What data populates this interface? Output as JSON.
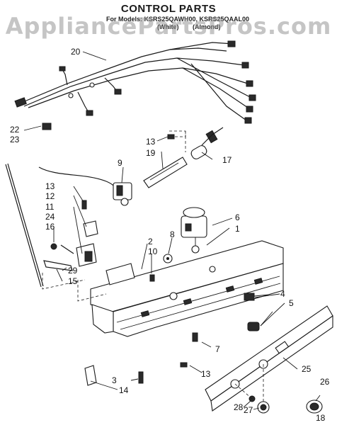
{
  "diagram": {
    "title": "CONTROL PARTS",
    "model_line": "For Models: KSRS25QAWH00, KSRS25QAAL00",
    "color_line_left": "(White)",
    "color_line_right": "(Almond)",
    "watermark": "AppliancePartsPros.com"
  },
  "callouts": [
    {
      "id": "c20",
      "text": "20"
    },
    {
      "id": "c22",
      "text": "22"
    },
    {
      "id": "c23",
      "text": "23"
    },
    {
      "id": "c13a",
      "text": "13"
    },
    {
      "id": "c19",
      "text": "19"
    },
    {
      "id": "c17",
      "text": "17"
    },
    {
      "id": "c9",
      "text": "9"
    },
    {
      "id": "c13b",
      "text": "13"
    },
    {
      "id": "c12",
      "text": "12"
    },
    {
      "id": "c11",
      "text": "11"
    },
    {
      "id": "c24",
      "text": "24"
    },
    {
      "id": "c16",
      "text": "16"
    },
    {
      "id": "c6",
      "text": "6"
    },
    {
      "id": "c1",
      "text": "1"
    },
    {
      "id": "c8",
      "text": "8"
    },
    {
      "id": "c2",
      "text": "2"
    },
    {
      "id": "c10",
      "text": "10"
    },
    {
      "id": "c29",
      "text": "29"
    },
    {
      "id": "c15",
      "text": "15"
    },
    {
      "id": "c4",
      "text": "4"
    },
    {
      "id": "c5",
      "text": "5"
    },
    {
      "id": "c7",
      "text": "7"
    },
    {
      "id": "c25",
      "text": "25"
    },
    {
      "id": "c26",
      "text": "26"
    },
    {
      "id": "c3",
      "text": "3"
    },
    {
      "id": "c14",
      "text": "14"
    },
    {
      "id": "c13c",
      "text": "13"
    },
    {
      "id": "c28",
      "text": "28"
    },
    {
      "id": "c27",
      "text": "27"
    },
    {
      "id": "c18",
      "text": "18"
    }
  ]
}
